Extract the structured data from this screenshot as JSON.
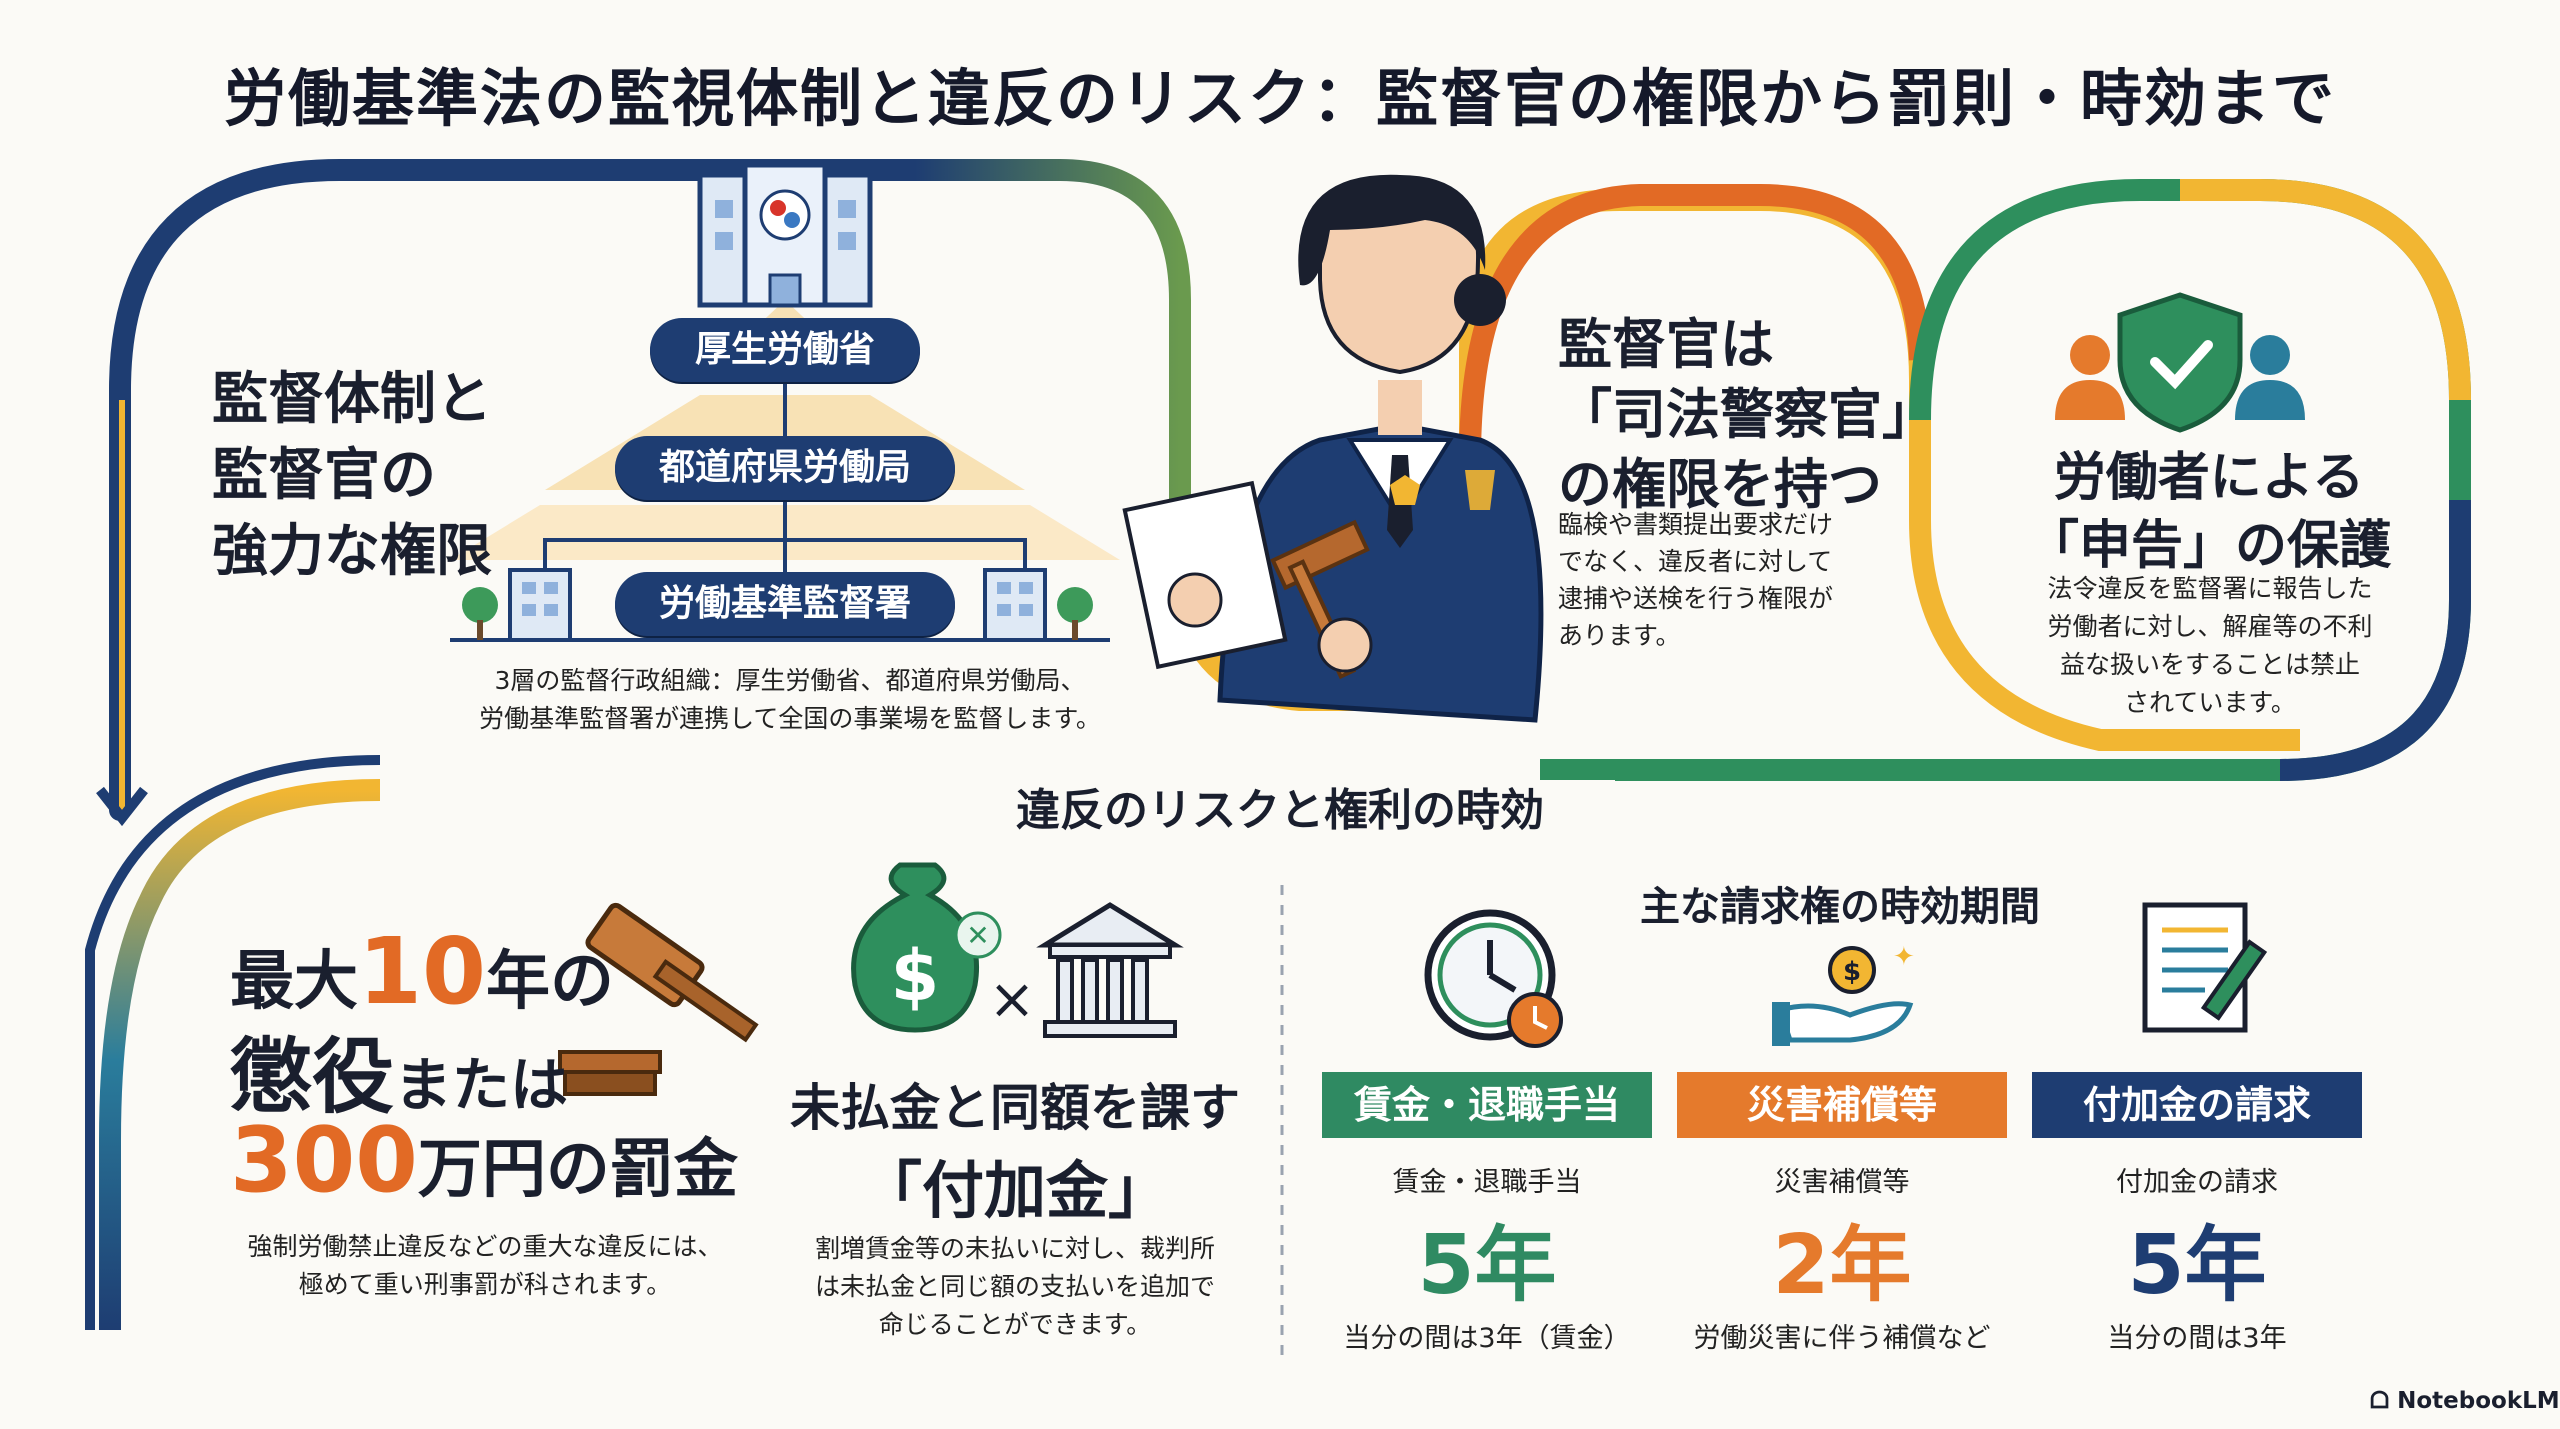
{
  "title": "労働基準法の監視体制と違反のリスク：監督官の権限から罰則・時効まで",
  "supervision": {
    "heading_lines": [
      "監督体制と",
      "監督官の",
      "強力な権限"
    ],
    "levels": [
      "厚生労働省",
      "都道府県労働局",
      "労働基準監督署"
    ],
    "caption_lines": [
      "3層の監督行政組織：厚生労働省、都道府県労働局、",
      "労働基準監督署が連携して全国の事業場を監督します。"
    ]
  },
  "inspector": {
    "heading_lines": [
      "監督官は",
      "「司法警察官」",
      "の権限を持つ"
    ],
    "text_lines": [
      "臨検や書類提出要求だけ",
      "でなく、違反者に対して",
      "逮捕や送検を行う権限が",
      "あります。"
    ]
  },
  "worker": {
    "heading_lines": [
      "労働者による",
      "「申告」の保護"
    ],
    "text_lines": [
      "法令違反を監督署に報告した",
      "労働者に対し、解雇等の不利",
      "益な扱いをすることは禁止",
      "されています。"
    ]
  },
  "section_title": "違反のリスクと権利の時効",
  "penalty": {
    "line1_pre": "最大",
    "line1_num": "10",
    "line1_post": "年の",
    "line2_main": "懲役",
    "line2_post": "または",
    "line3_num": "300",
    "line3_post": "万円の罰金",
    "note_lines": [
      "強制労働禁止違反などの重大な違反には、",
      "極めて重い刑事罰が科されます。"
    ]
  },
  "surcharge": {
    "heading_line1": "未払金と同額を課す",
    "heading_line2": "「付加金」",
    "note_lines": [
      "割増賃金等の未払いに対し、裁判所",
      "は未払金と同じ額の支払いを追加で",
      "命じることができます。"
    ]
  },
  "limitation": {
    "heading": "主な請求権の時効期間",
    "periods": [
      {
        "band": "賃金・退職手当",
        "label": "賃金・退職手当",
        "value": "5年",
        "note": "当分の間は3年（賃金）",
        "color": "#2f8a62"
      },
      {
        "band": "災害補償等",
        "label": "災害補償等",
        "value": "2年",
        "note": "労働災害に伴う補償など",
        "color": "#e57a2c"
      },
      {
        "band": "付加金の請求",
        "label": "付加金の請求",
        "value": "5年",
        "note": "当分の間は3年",
        "color": "#1e3d72"
      }
    ]
  },
  "brand": "NotebookLM",
  "colors": {
    "navy": "#1e3d72",
    "orange": "#e26a25",
    "yellow": "#f2b632",
    "green": "#2e8f5d",
    "teal": "#2a7d9c"
  }
}
